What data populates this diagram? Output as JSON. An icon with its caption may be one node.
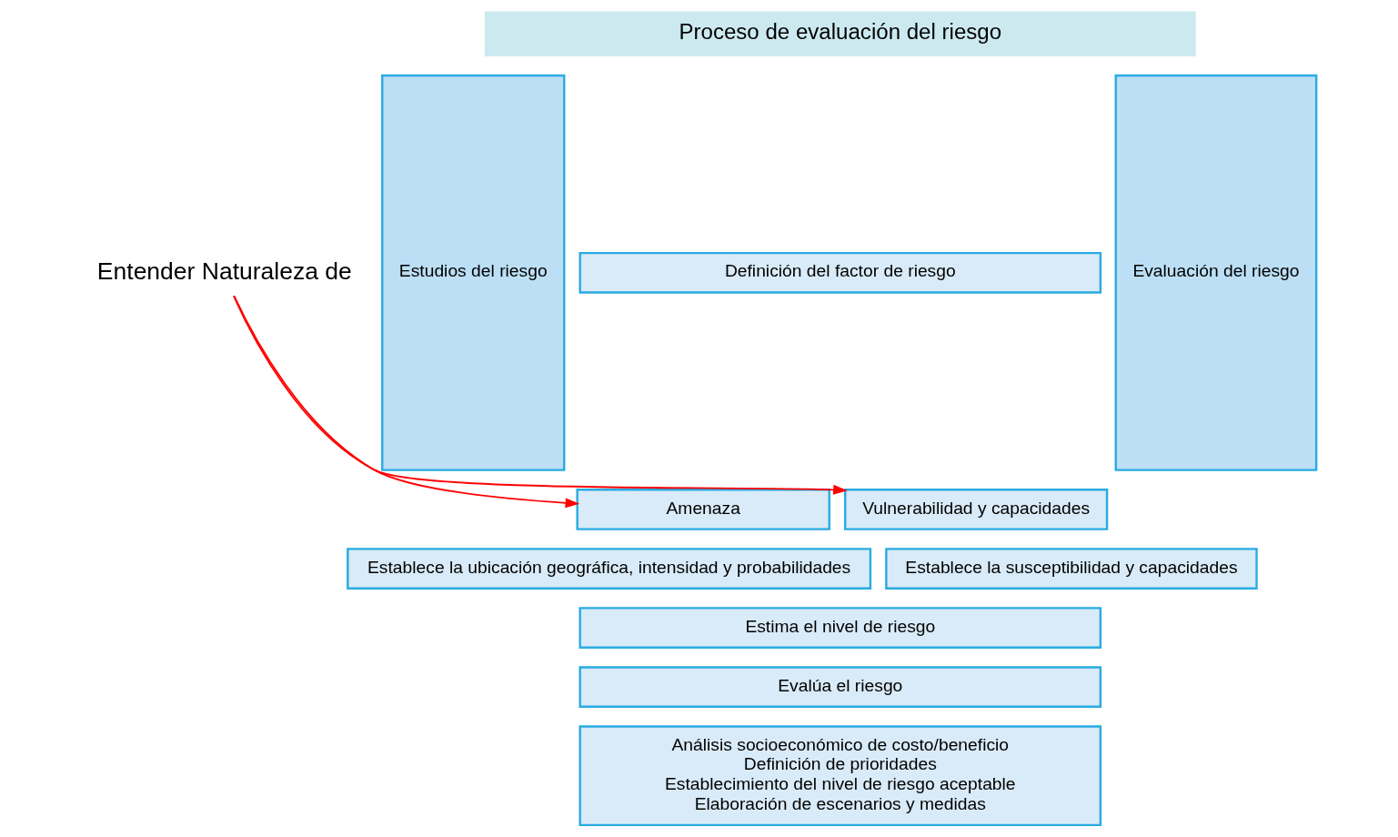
{
  "diagram": {
    "nodes": [
      {
        "text": [
          "Proceso de evaluación del riesgo"
        ]
      },
      {
        "text": [
          "Estudios del riesgo"
        ]
      },
      {
        "text": [
          "Definición del factor de riesgo"
        ]
      },
      {
        "text": [
          "Amenaza"
        ]
      },
      {
        "text": [
          "Vulnerabilidad y capacidades"
        ]
      },
      {
        "text": [
          "Establece la ubicación geográfica, intensidad y probabilidades"
        ]
      },
      {
        "text": [
          "Establece la susceptibilidad y capacidades"
        ]
      },
      {
        "text": [
          "Estima el nivel de riesgo"
        ]
      },
      {
        "text": [
          "Evalúa el riesgo"
        ]
      },
      {
        "text": [
          "Análisis socioeconómico de costo/beneficio",
          "Definición de prioridades",
          "Establecimiento del nivel de riesgo aceptable",
          "Elaboración de escenarios y medidas"
        ]
      },
      {
        "text": [
          "Evaluación del riesgo"
        ]
      },
      {
        "text": [
          "Entender Naturaleza de"
        ]
      }
    ],
    "edges": [
      {
        "from": 11,
        "to": 3,
        "arrow": "to"
      },
      {
        "from": 11,
        "to": 4,
        "arrow": "to"
      }
    ]
  }
}
